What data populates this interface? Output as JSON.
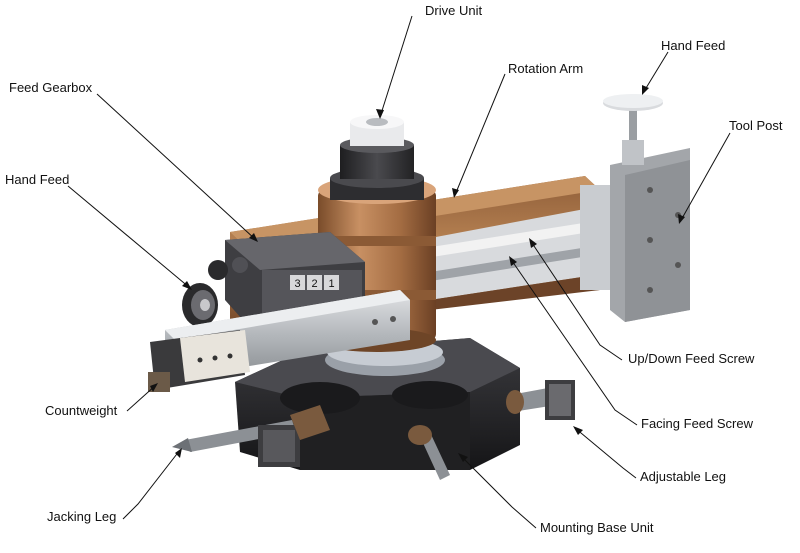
{
  "labels": {
    "drive_unit": "Drive Unit",
    "feed_gearbox": "Feed Gearbox",
    "rotation_arm": "Rotation Arm",
    "hand_feed_top": "Hand Feed",
    "tool_post": "Tool Post",
    "hand_feed_left": "Hand Feed",
    "updown_feed_screw": "Up/Down Feed Screw",
    "facing_feed_screw": "Facing Feed Screw",
    "countweight": "Countweight",
    "adjustable_leg": "Adjustable Leg",
    "jacking_leg": "Jacking Leg",
    "mounting_base_unit": "Mounting Base Unit"
  },
  "gearbox_digits": [
    "3",
    "2",
    "1"
  ],
  "colors": {
    "copper": "#b07a4e",
    "dark_metal": "#3a3a3c",
    "steel": "#9a9ea3",
    "light_steel": "#c9cccf",
    "base_black": "#2a2a2c"
  }
}
